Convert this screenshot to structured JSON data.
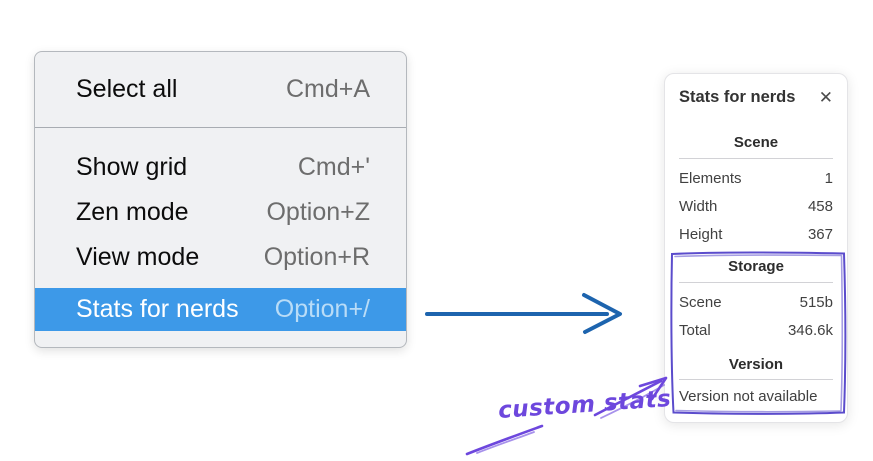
{
  "menu": {
    "groups": [
      {
        "items": [
          {
            "label": "Select all",
            "shortcut": "Cmd+A",
            "highlighted": false
          }
        ]
      },
      {
        "items": [
          {
            "label": "Show grid",
            "shortcut": "Cmd+'",
            "highlighted": false
          },
          {
            "label": "Zen mode",
            "shortcut": "Option+Z",
            "highlighted": false
          },
          {
            "label": "View mode",
            "shortcut": "Option+R",
            "highlighted": false
          },
          {
            "label": "Stats for nerds",
            "shortcut": "Option+/",
            "highlighted": true
          }
        ]
      }
    ]
  },
  "stats_panel": {
    "title": "Stats for nerds",
    "close_glyph": "✕",
    "sections": [
      {
        "heading": "Scene",
        "rows": [
          [
            "Elements",
            "1"
          ],
          [
            "Width",
            "458"
          ],
          [
            "Height",
            "367"
          ]
        ]
      },
      {
        "heading": "Storage",
        "rows": [
          [
            "Scene",
            "515b"
          ],
          [
            "Total",
            "346.6k"
          ]
        ]
      },
      {
        "heading": "Version",
        "rows": [],
        "note": "Version not available"
      }
    ]
  },
  "annotation": {
    "label": "custom stats"
  },
  "colors": {
    "menu_highlight": "#3d99e8",
    "menu_bg": "#f0f1f3",
    "arrow_blue": "#1d64ae",
    "annotation_purple": "#6d47dd",
    "box_purple": "#5b4ccc"
  }
}
